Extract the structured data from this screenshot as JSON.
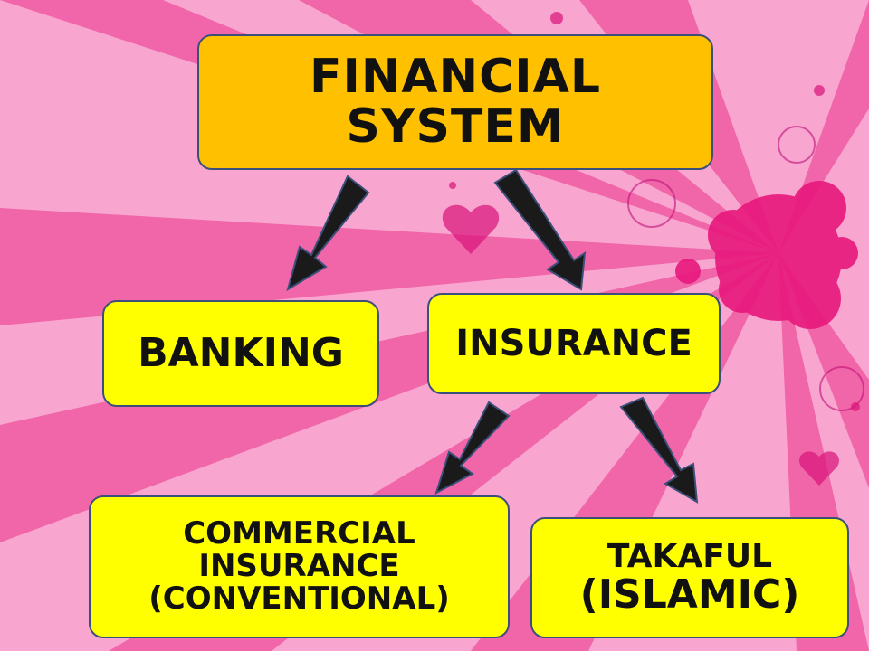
{
  "diagram": {
    "nodes": {
      "financial_system": [
        "Financial",
        "System"
      ],
      "banking": "Banking",
      "insurance": "Insurance",
      "commercial": [
        "Commercial",
        "Insurance",
        "(Conventional)"
      ],
      "takaful": [
        "Takaful",
        "(Islamic)"
      ]
    },
    "edges": [
      {
        "from": "financial_system",
        "to": "banking"
      },
      {
        "from": "financial_system",
        "to": "insurance"
      },
      {
        "from": "insurance",
        "to": "commercial"
      },
      {
        "from": "insurance",
        "to": "takaful"
      }
    ]
  },
  "colors": {
    "root_fill": "#ffc000",
    "node_fill": "#ffff00",
    "border": "#3c4f7a",
    "arrow": "#1a1a1a",
    "background_light": "#f8a6cf",
    "background_ray": "#f05aa3"
  }
}
